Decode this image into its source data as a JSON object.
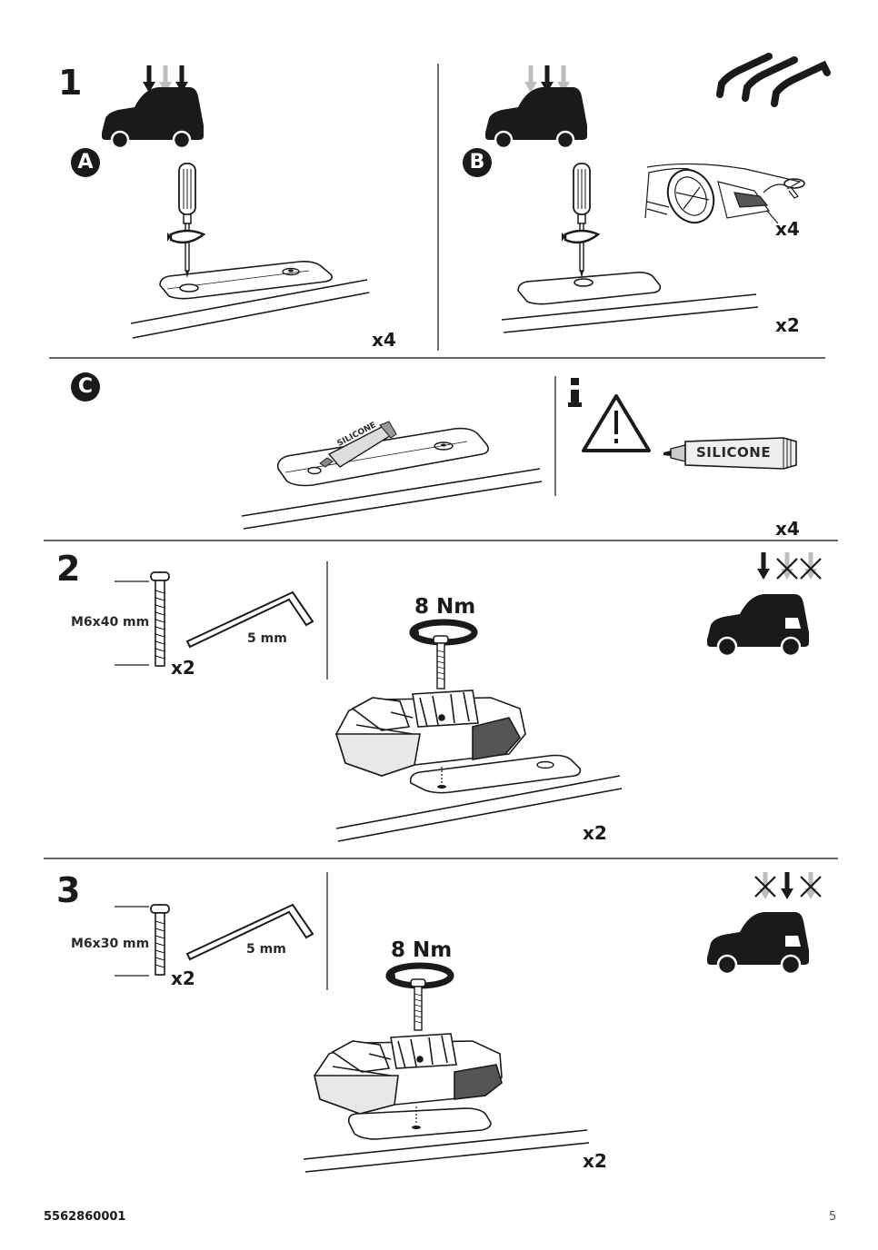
{
  "steps": {
    "step1": {
      "number": "1",
      "A": {
        "badge": "A",
        "qty": "x4"
      },
      "B": {
        "badge": "B",
        "qty_clips": "x4",
        "qty": "x2"
      },
      "C": {
        "badge": "C",
        "tube_label": "SILICONE",
        "tube_label_large": "SILICONE",
        "qty": "x4"
      }
    },
    "step2": {
      "number": "2",
      "bolt": "M6x40 mm",
      "bolt_qty": "x2",
      "key": "5 mm",
      "torque": "8 Nm",
      "qty": "x2"
    },
    "step3": {
      "number": "3",
      "bolt": "M6x30 mm",
      "bolt_qty": "x2",
      "key": "5 mm",
      "torque": "8 Nm",
      "qty": "x2"
    }
  },
  "footer": {
    "part_number": "5562860001",
    "page": "5"
  },
  "colors": {
    "ink": "#1a1a1a",
    "grey_arrow": "#bdbdbd",
    "rule": "#333333"
  }
}
